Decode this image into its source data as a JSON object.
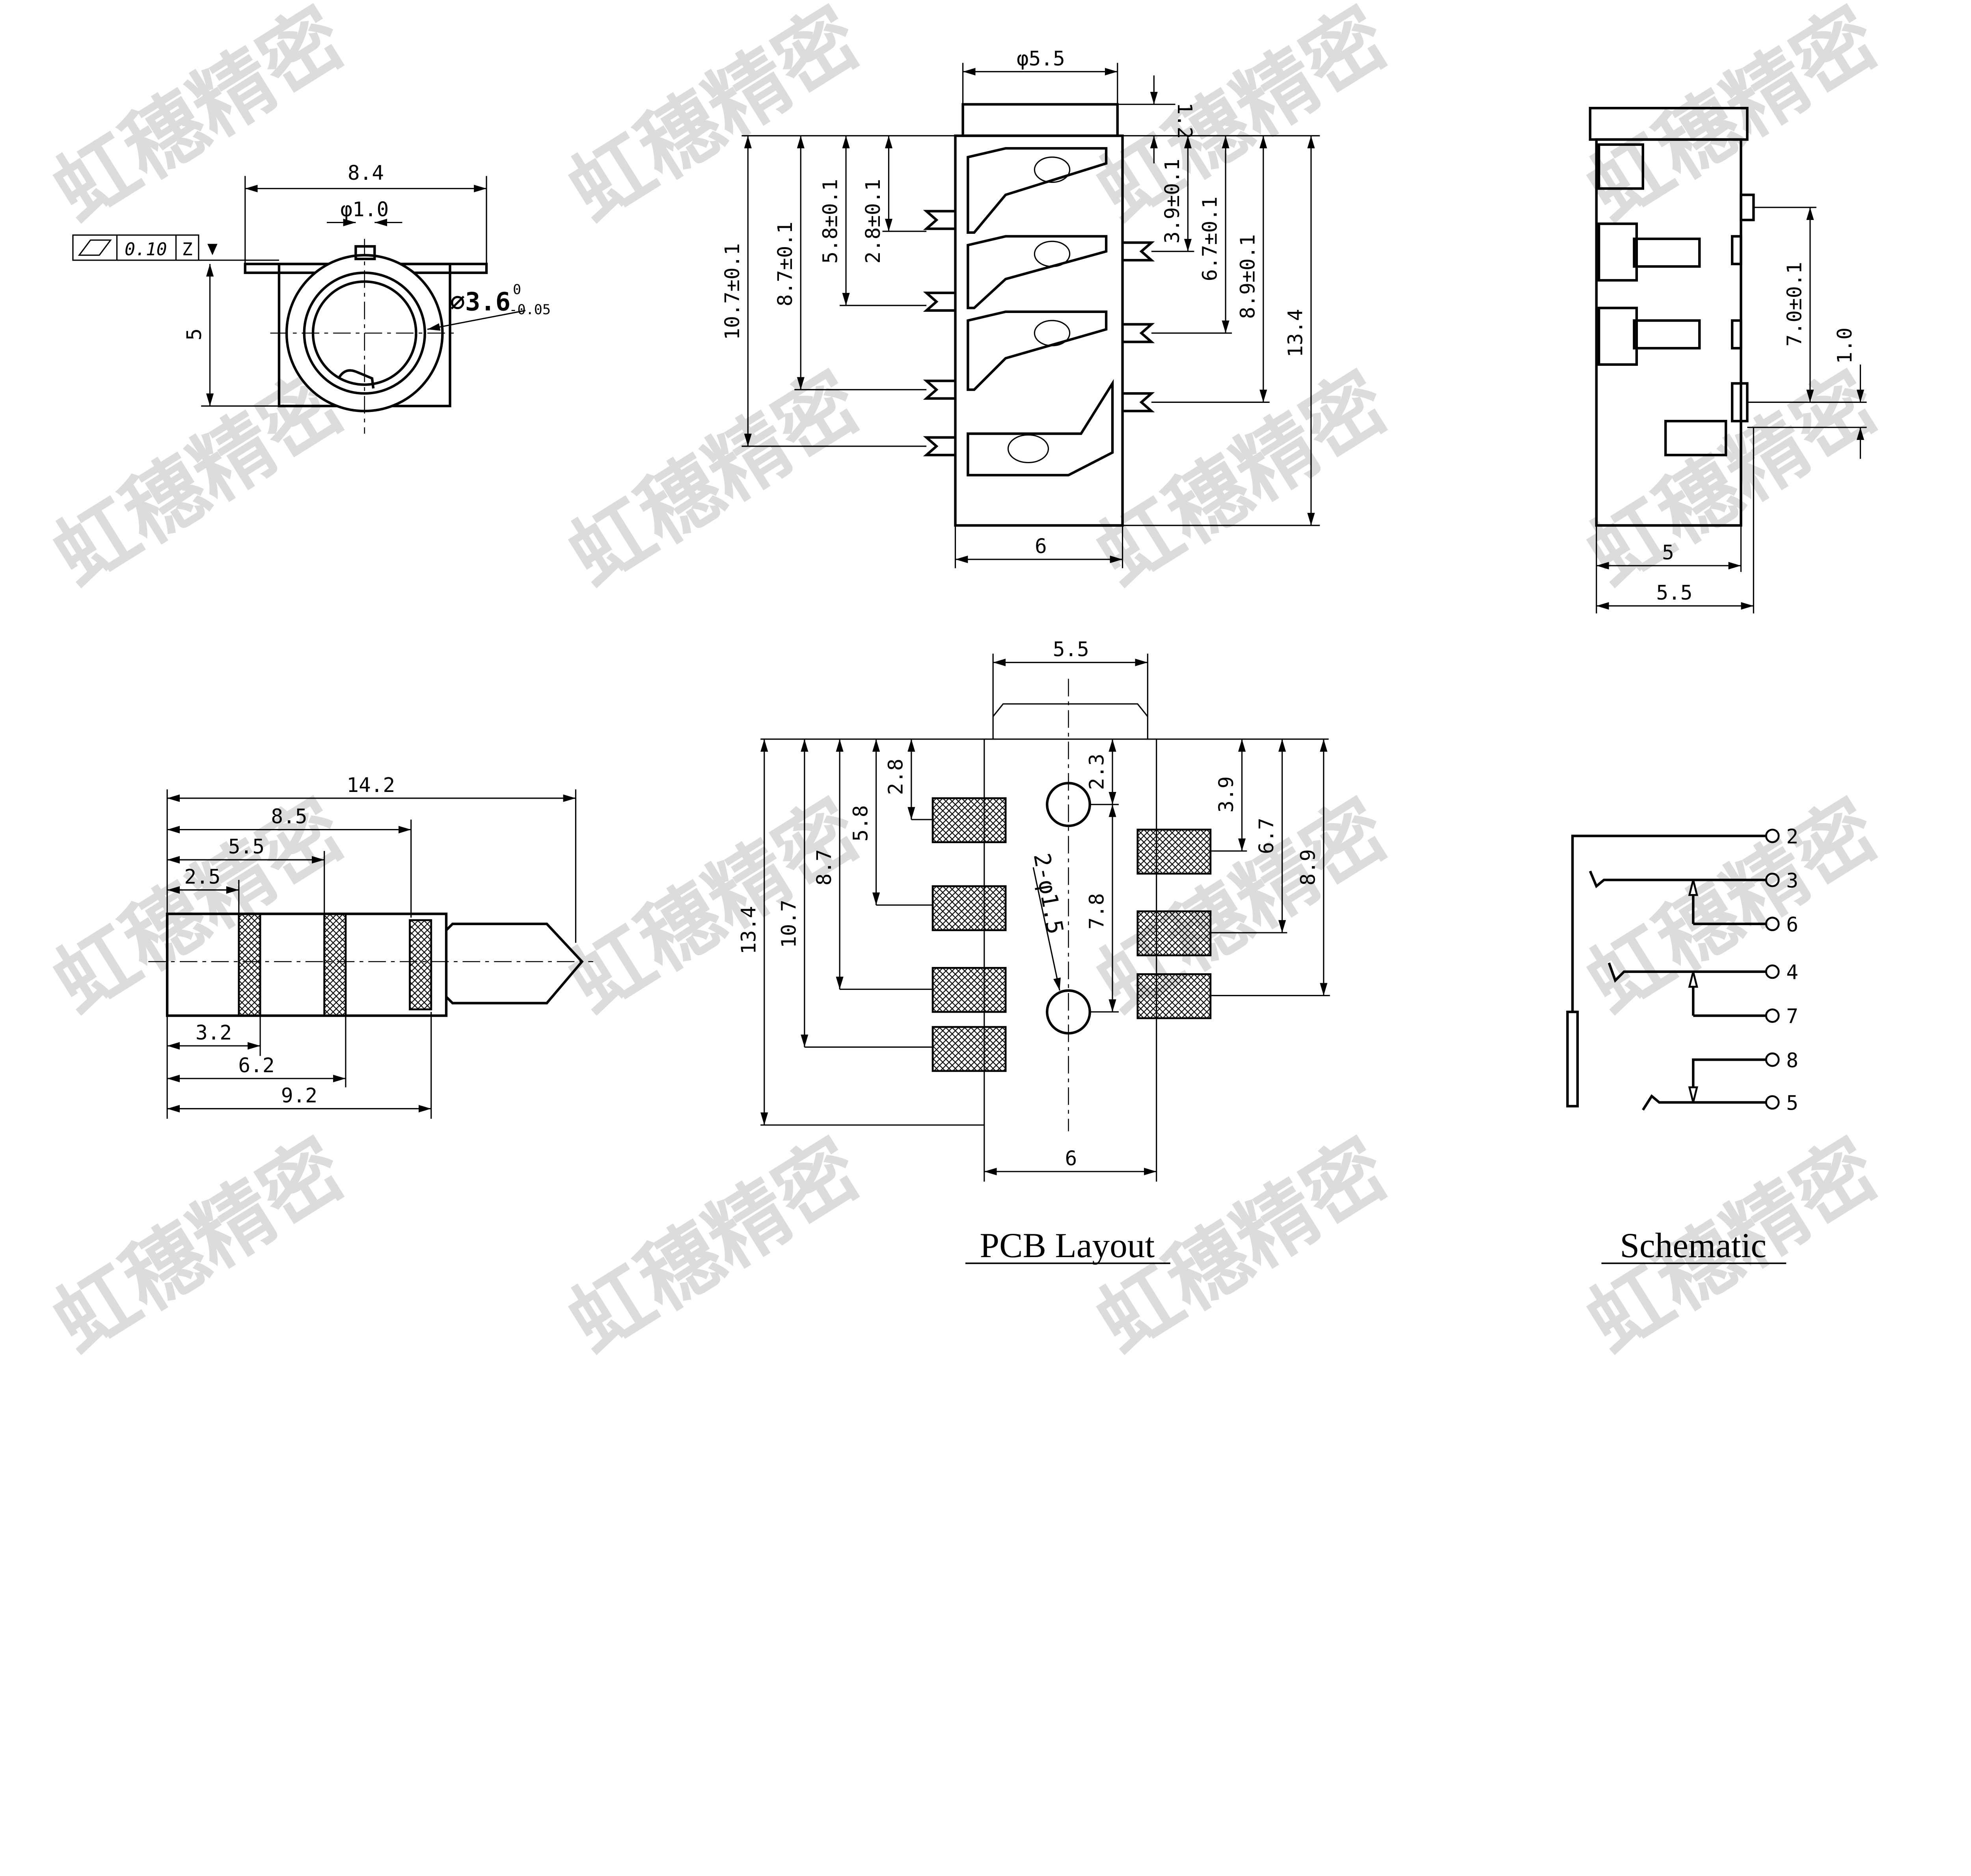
{
  "watermark": "虹穗精密",
  "front_view": {
    "width_dim": "8.4",
    "pin_dia": "φ1.0",
    "tolerance_value": "0.10",
    "datum": "Z",
    "hole_dia": "⌀3.6",
    "hole_tol_upper": "0",
    "hole_tol_lower": "-0.05",
    "height_dim": "5"
  },
  "top_view": {
    "cap_dia": "φ5.5",
    "cap_height": "1.2",
    "left_dims": [
      "10.7±0.1",
      "8.7±0.1",
      "5.8±0.1",
      "2.8±0.1"
    ],
    "right_dims": [
      "3.9±0.1",
      "6.7±0.1",
      "8.9±0.1",
      "13.4"
    ],
    "width_dim": "6"
  },
  "side_view": {
    "dim_pitch": "7.0±0.1",
    "dim_small": "1.0",
    "dim_body": "5",
    "dim_total": "5.5"
  },
  "plug": {
    "top_dims": [
      "14.2",
      "8.5",
      "5.5",
      "2.5"
    ],
    "bottom_dims": [
      "3.2",
      "6.2",
      "9.2"
    ]
  },
  "pcb": {
    "title": "PCB Layout",
    "top_width": "5.5",
    "hole_offset": "2.3",
    "hole_spacing": "7.8",
    "hole_label": "2-φ1.5",
    "left_dims": [
      "13.4",
      "10.7",
      "8.7",
      "5.8",
      "2.8"
    ],
    "right_dims": [
      "3.9",
      "6.7",
      "8.9"
    ],
    "bottom_width": "6"
  },
  "schematic": {
    "title": "Schematic",
    "pins": [
      "2",
      "3",
      "6",
      "4",
      "7",
      "8",
      "5"
    ]
  }
}
